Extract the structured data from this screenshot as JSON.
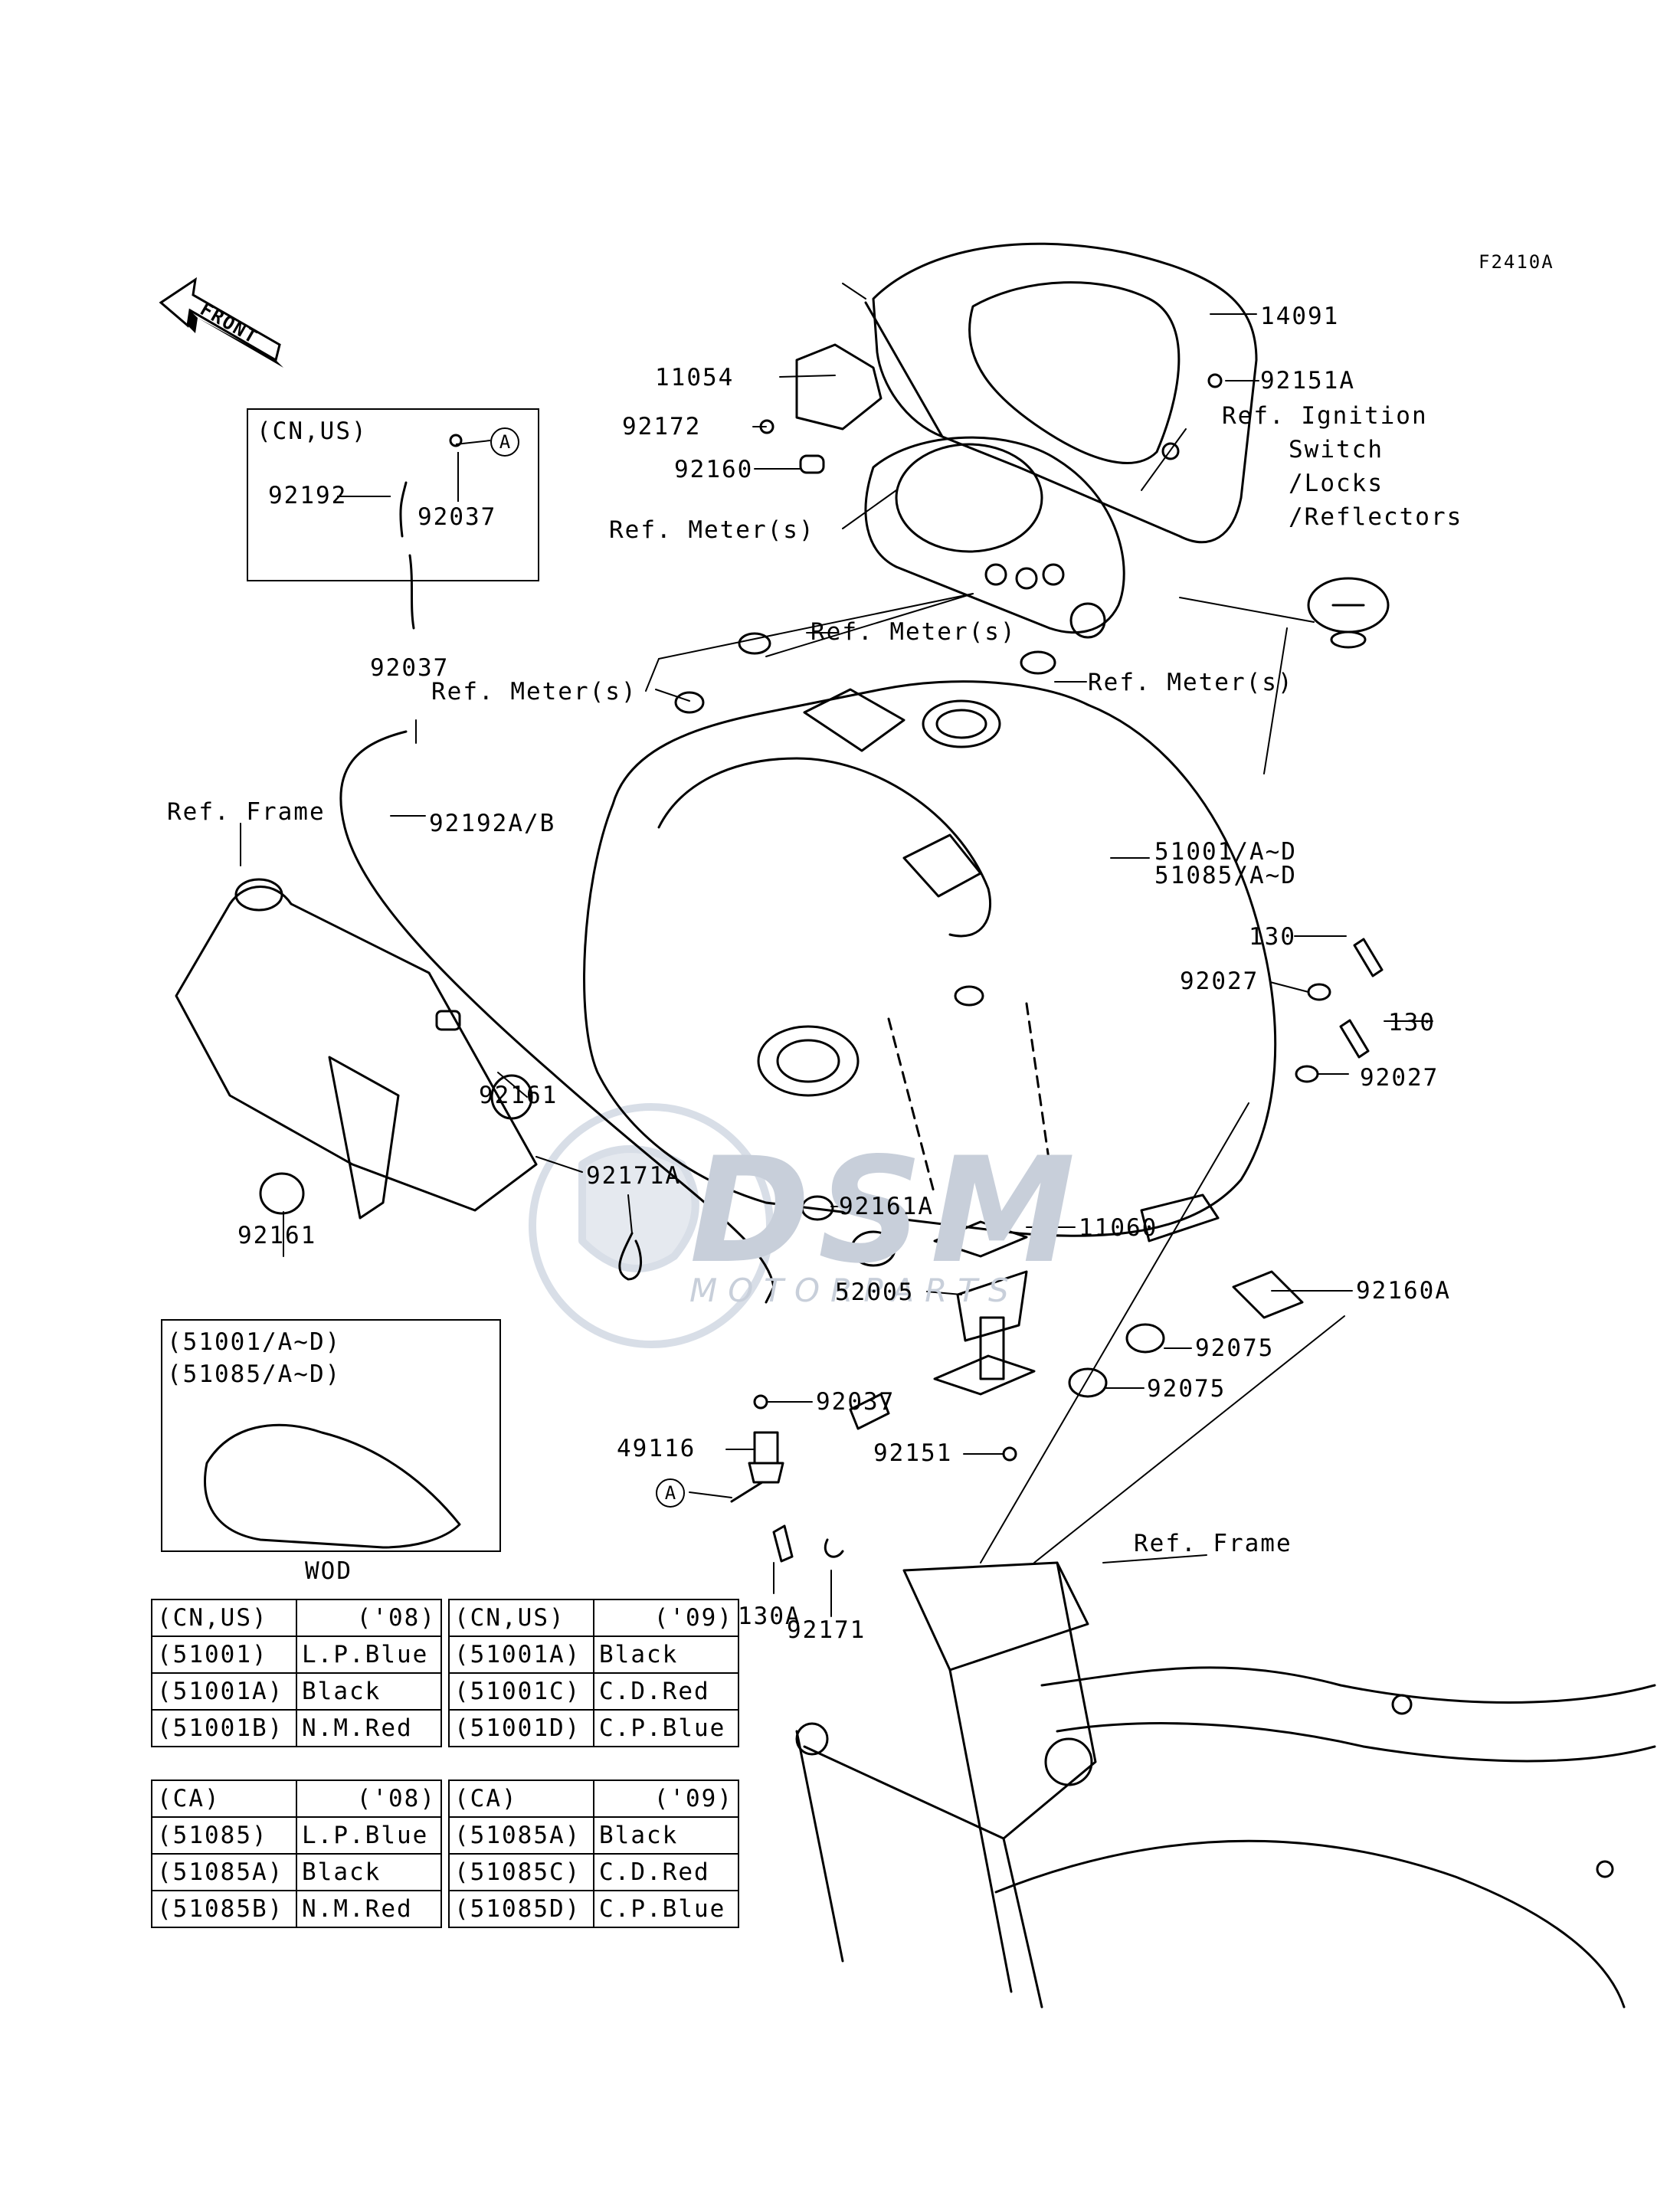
{
  "figure_code": "F2410A",
  "front_label": "FRONT",
  "marker_a": "A",
  "inset_top": {
    "region": "(CN,US)",
    "hose_part": "92192",
    "clamp_part": "92037"
  },
  "inset_wod": {
    "line1": "(51001/A~D)",
    "line2": "(51085/A~D)",
    "caption": "WOD"
  },
  "callouts": {
    "c14091": "14091",
    "c11054": "11054",
    "c92172": "92172",
    "c92160": "92160",
    "c92151A": "92151A",
    "ref_ignition": "Ref. Ignition",
    "ref_switch": "Switch",
    "ref_locks": "/Locks",
    "ref_reflectors": "/Reflectors",
    "ref_meter_1": "Ref. Meter(s)",
    "ref_meter_2": "Ref. Meter(s)",
    "ref_meter_3": "Ref. Meter(s)",
    "ref_meter_4": "Ref. Meter(s)",
    "c92037_top": "92037",
    "c92192AB": "92192A/B",
    "ref_frame_left": "Ref. Frame",
    "c51001": "51001/A~D",
    "c51085": "51085/A~D",
    "c130_a": "130",
    "c92027_a": "92027",
    "c130_b": "130",
    "c92027_b": "92027",
    "c92161_a": "92161",
    "c92161_b": "92161",
    "c92171A": "92171A",
    "c92161A": "92161A",
    "c11060": "11060",
    "c92160A": "92160A",
    "c52005": "52005",
    "c92075_a": "92075",
    "c92075_b": "92075",
    "c92037_bottom": "92037",
    "c49116": "49116",
    "c92151": "92151",
    "ref_frame_right": "Ref. Frame",
    "c130A": "130A",
    "c92171": "92171"
  },
  "color_tables": [
    {
      "header": [
        "(CN,US)",
        "('08)"
      ],
      "rows": [
        [
          "(51001)",
          "L.P.Blue"
        ],
        [
          "(51001A)",
          "Black"
        ],
        [
          "(51001B)",
          "N.M.Red"
        ]
      ]
    },
    {
      "header": [
        "(CN,US)",
        "('09)"
      ],
      "rows": [
        [
          "(51001A)",
          "Black"
        ],
        [
          "(51001C)",
          "C.D.Red"
        ],
        [
          "(51001D)",
          "C.P.Blue"
        ]
      ]
    },
    {
      "header": [
        "(CA)",
        "('08)"
      ],
      "rows": [
        [
          "(51085)",
          "L.P.Blue"
        ],
        [
          "(51085A)",
          "Black"
        ],
        [
          "(51085B)",
          "N.M.Red"
        ]
      ]
    },
    {
      "header": [
        "(CA)",
        "('09)"
      ],
      "rows": [
        [
          "(51085A)",
          "Black"
        ],
        [
          "(51085C)",
          "C.D.Red"
        ],
        [
          "(51085D)",
          "C.P.Blue"
        ]
      ]
    }
  ],
  "watermark": {
    "brand": "DSM",
    "sub": "MOTORPARTS",
    "color": "#c8cfda"
  }
}
